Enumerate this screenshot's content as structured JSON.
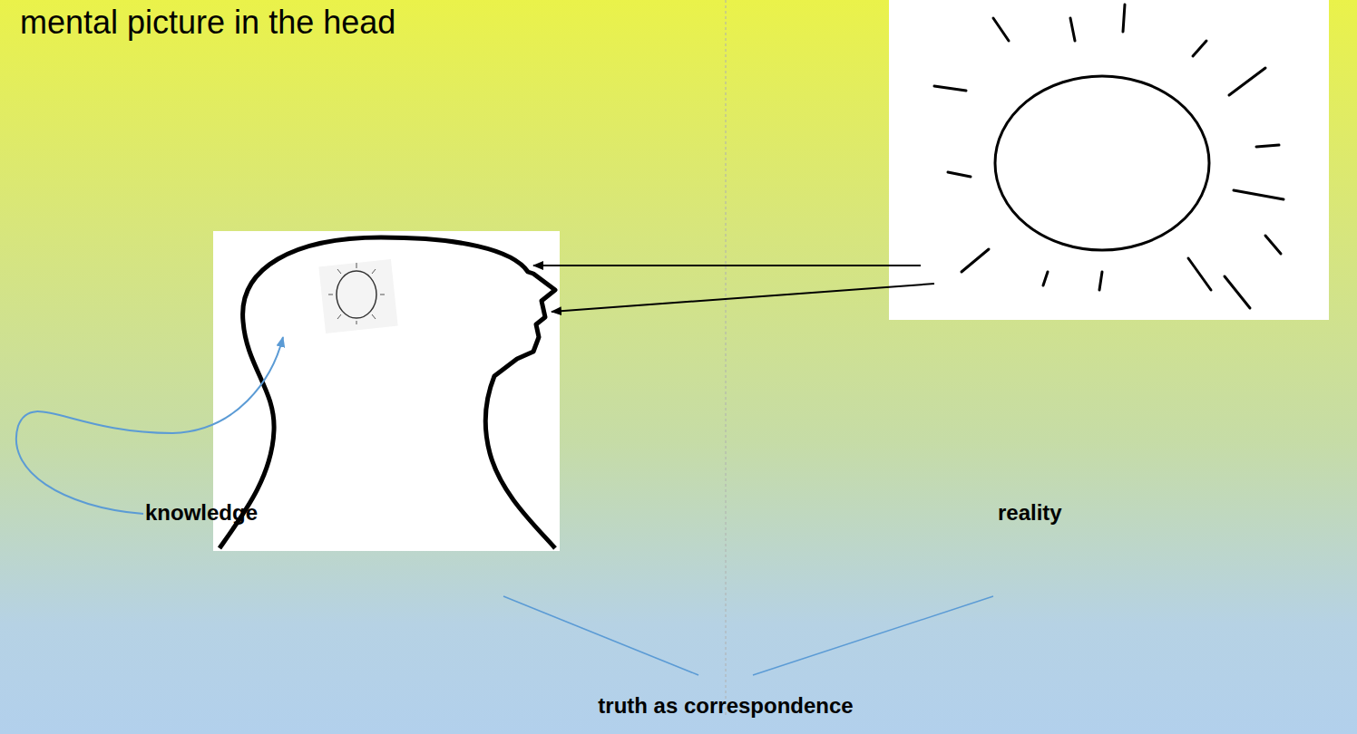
{
  "diagram": {
    "title": "mental picture in the head",
    "labels": [
      "knowledge",
      "reality",
      "truth as correspondence"
    ]
  }
}
